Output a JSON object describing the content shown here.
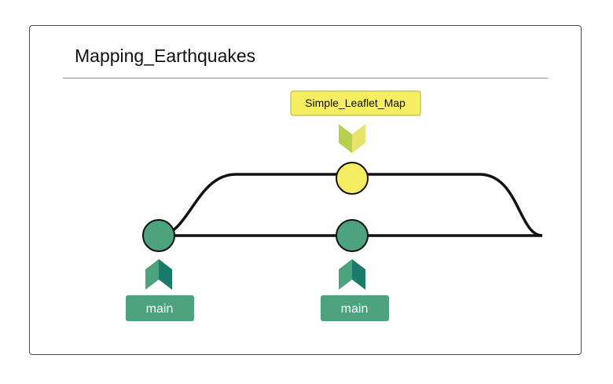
{
  "title": "Mapping_Earthquakes",
  "branch_label": "Simple_Leaflet_Map",
  "commit_labels": [
    "main",
    "main"
  ],
  "colors": {
    "commit_main": "#4ea37f",
    "commit_branch": "#f5ee62",
    "label_main_bg": "#4ea37f",
    "label_branch_bg": "#f5ee62",
    "arrow_main_light": "#4ea37f",
    "arrow_main_dark": "#1b7b6b",
    "arrow_branch_light": "#b7cf50",
    "arrow_branch_dark": "#e8e36a",
    "line": "#111111"
  },
  "icons": [
    "chevron-up-icon",
    "chevron-down-icon"
  ]
}
